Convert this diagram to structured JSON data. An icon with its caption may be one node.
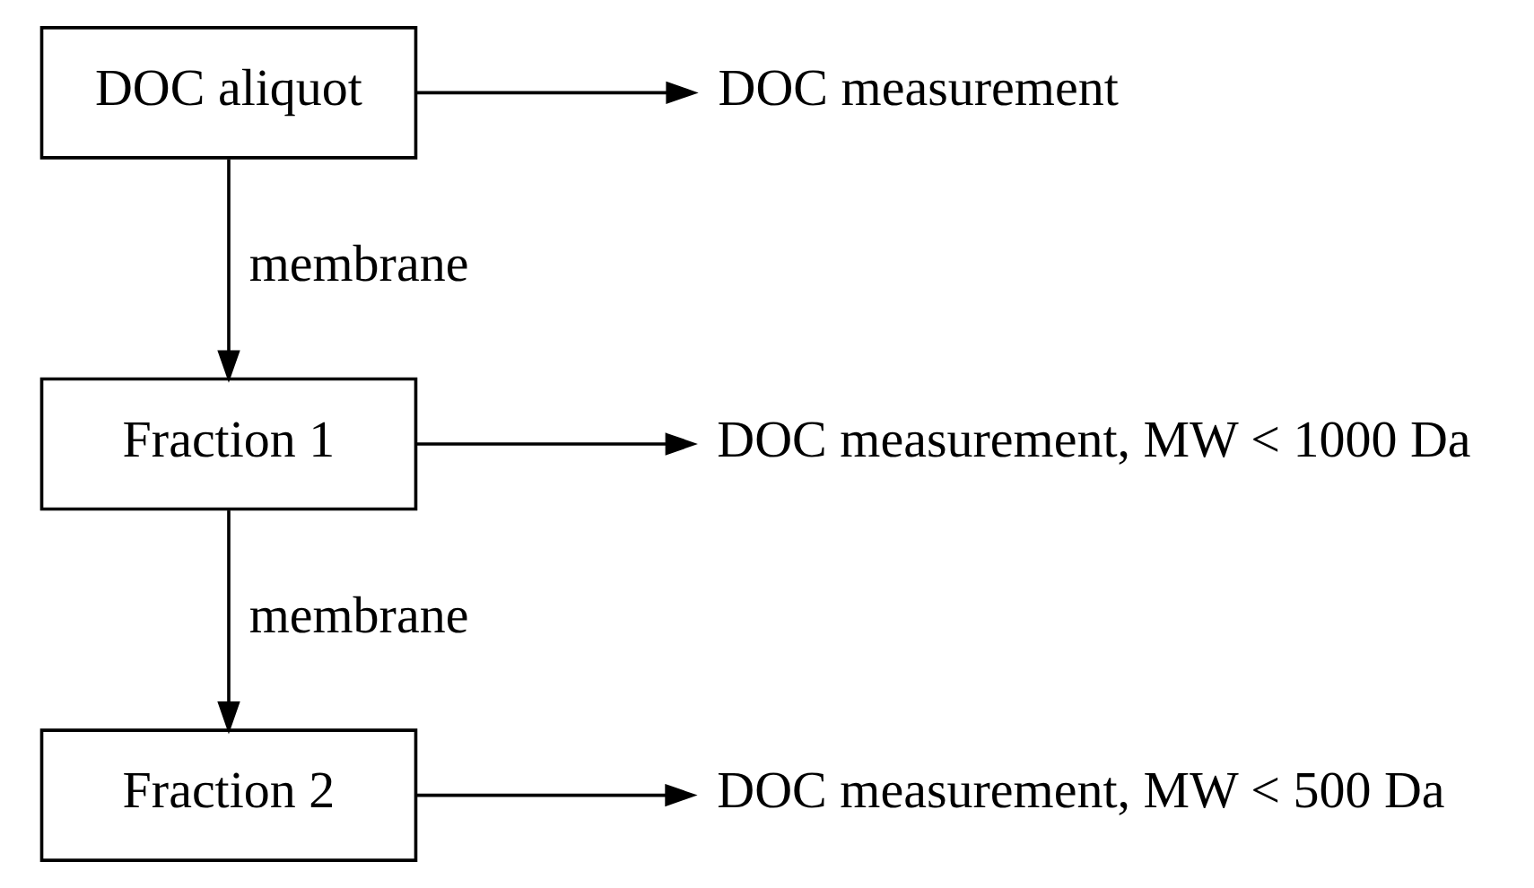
{
  "diagram": {
    "nodes": [
      {
        "text": [
          "DOC aliquot"
        ]
      },
      {
        "text": [
          "DOC measurement"
        ]
      },
      {
        "text": [
          "Fraction 1"
        ]
      },
      {
        "text": [
          "DOC measurement, MW < 1000 Da"
        ]
      },
      {
        "text": [
          "Fraction 2"
        ]
      },
      {
        "text": [
          "DOC measurement, MW < 500 Da"
        ]
      }
    ],
    "edges": [
      {
        "from": 0,
        "to": 1,
        "arrow": "to"
      },
      {
        "from": 0,
        "to": 2,
        "arrow": "to",
        "label": "membrane"
      },
      {
        "from": 2,
        "to": 3,
        "arrow": "to"
      },
      {
        "from": 2,
        "to": 4,
        "arrow": "to",
        "label": "membrane"
      },
      {
        "from": 4,
        "to": 5,
        "arrow": "to"
      }
    ]
  }
}
